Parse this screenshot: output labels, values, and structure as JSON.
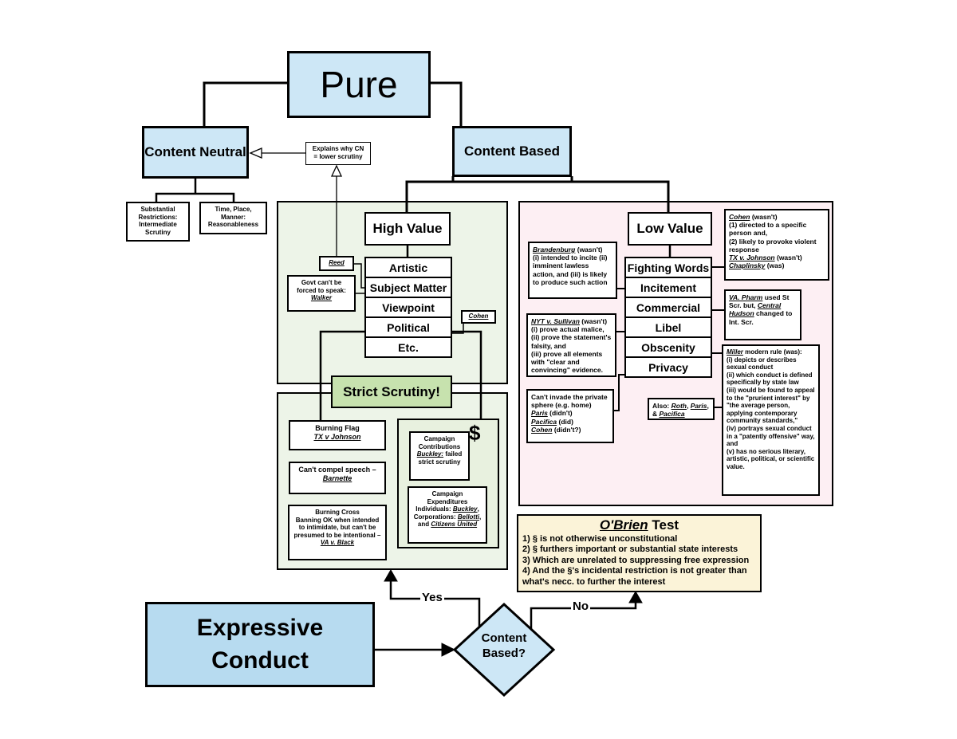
{
  "diagram": {
    "pure": "Pure",
    "content_neutral": "Content Neutral",
    "content_based": "Content Based",
    "expressive_conduct": "Expressive Conduct",
    "decision": "Content Based?",
    "yes": "Yes",
    "no": "No",
    "explains_note": [
      {
        "t": "Explains why CN"
      },
      {
        "br": true
      },
      {
        "t": "= lower scrutiny"
      }
    ]
  },
  "content_neutral_branch": {
    "substantial_restrictions": "Substantial Restrictions: Intermediate Scrutiny",
    "time_place_manner": "Time, Place, Manner: Reasonableness"
  },
  "high_value": {
    "header": "High Value",
    "categories": [
      "Artistic",
      "Subject Matter",
      "Viewpoint",
      "Political",
      "Etc."
    ],
    "reed": [
      {
        "t": "Reed",
        "case": true
      }
    ],
    "walker": [
      {
        "t": "Govt can't be forced to speak:"
      },
      {
        "br": true
      },
      {
        "t": "Walker",
        "case": true
      }
    ],
    "cohen": [
      {
        "t": "Cohen",
        "case": true
      }
    ],
    "strict_scrutiny": "Strict Scrutiny!"
  },
  "political_examples": {
    "burning_flag": [
      {
        "t": "Burning Flag"
      },
      {
        "br": true
      },
      {
        "t": "TX v Johnson",
        "case": true
      }
    ],
    "compelled_speech": [
      {
        "t": "Can't compel speech – "
      },
      {
        "br": true
      },
      {
        "t": "Barnette",
        "case": true
      }
    ],
    "burning_cross": [
      {
        "t": "Burning Cross"
      },
      {
        "br": true
      },
      {
        "t": "Banning OK when intended to intimidate, but can't be presumed to be intentional – "
      },
      {
        "br": true
      },
      {
        "t": "VA v. Black",
        "case": true
      }
    ],
    "dollar": "$",
    "contributions": [
      {
        "t": "Campaign Contributions"
      },
      {
        "br": true
      },
      {
        "t": "Buckley:",
        "case": true
      },
      {
        "t": " failed strict scrutiny"
      }
    ],
    "expenditures": [
      {
        "t": "Campaign Expenditures"
      },
      {
        "br": true
      },
      {
        "t": "Individuals: "
      },
      {
        "t": "Buckley",
        "case": true
      },
      {
        "t": ", Corporations: "
      },
      {
        "t": "Bellotti",
        "case": true
      },
      {
        "t": ", and "
      },
      {
        "t": "Citizens United",
        "case": true
      }
    ]
  },
  "low_value": {
    "header": "Low Value",
    "categories": [
      "Fighting Words",
      "Incitement",
      "Commercial",
      "Libel",
      "Obscenity",
      "Privacy"
    ],
    "fighting_words_note": [
      {
        "t": "Cohen",
        "case": true
      },
      {
        "t": " (wasn't)"
      },
      {
        "br": true
      },
      {
        "t": "(1) directed to a specific person and,"
      },
      {
        "br": true
      },
      {
        "t": "(2) likely to provoke violent response"
      },
      {
        "br": true
      },
      {
        "t": "TX v. Johnson",
        "case": true
      },
      {
        "t": " (wasn't)"
      },
      {
        "br": true
      },
      {
        "t": "Chaplinsky",
        "case": true
      },
      {
        "t": " (was)"
      }
    ],
    "incitement_note": [
      {
        "t": "Brandenburg",
        "case": true
      },
      {
        "t": " (wasn't)"
      },
      {
        "br": true
      },
      {
        "t": "(i) intended to incite (ii) imminent lawless action, and (iii) is likely to produce such action"
      }
    ],
    "commercial_note": [
      {
        "t": "VA. Pharm",
        "case": true
      },
      {
        "t": " used St Scr. but, "
      },
      {
        "t": "Central Hudson",
        "case": true
      },
      {
        "t": " changed to Int. Scr."
      }
    ],
    "libel_note": [
      {
        "t": "NYT v. Sullivan",
        "case": true
      },
      {
        "t": " (wasn't)"
      },
      {
        "br": true
      },
      {
        "t": "(i) prove actual malice,"
      },
      {
        "br": true
      },
      {
        "t": "(ii) prove the statement's falsity, and"
      },
      {
        "br": true
      },
      {
        "t": "(iii) prove all elements with \"clear and convincing\" evidence."
      }
    ],
    "obscenity_note": [
      {
        "t": "Miller",
        "case": true
      },
      {
        "t": " modern rule (was):"
      },
      {
        "br": true
      },
      {
        "t": "(i) depicts or describes sexual conduct"
      },
      {
        "br": true
      },
      {
        "t": "(ii) which conduct is defined specifically by state law"
      },
      {
        "br": true
      },
      {
        "t": "(iii) would be found to appeal to the \"prurient interest\" by \"the average person, applying contemporary community standards,\""
      },
      {
        "br": true
      },
      {
        "t": "(iv) portrays sexual conduct in a \"patently offensive\" way, and"
      },
      {
        "br": true
      },
      {
        "t": "(v) has no serious literary, artistic, political, or scientific value."
      }
    ],
    "obscenity_also": [
      {
        "t": "Also: "
      },
      {
        "t": "Roth",
        "case": true
      },
      {
        "t": ", "
      },
      {
        "t": "Paris",
        "case": true
      },
      {
        "t": ", & "
      },
      {
        "t": "Pacifica",
        "case": true
      }
    ],
    "privacy_note": [
      {
        "t": "Can't invade the private sphere (e.g. home)"
      },
      {
        "br": true
      },
      {
        "t": "Paris",
        "case": true
      },
      {
        "t": " (didn't)"
      },
      {
        "br": true
      },
      {
        "t": "Pacifica",
        "case": true
      },
      {
        "t": " (did)"
      },
      {
        "br": true
      },
      {
        "t": "Cohen",
        "case": true
      },
      {
        "t": " (didn't?)"
      }
    ]
  },
  "obrien": {
    "title_case": "O'Brien",
    "title_rest": " Test",
    "items": [
      "1) § is not otherwise unconstitutional",
      "2) § furthers important or substantial state interests",
      "3) Which are unrelated to suppressing free expression",
      "4) And the §'s incidental restriction is not greater than what's necc. to further the interest"
    ]
  },
  "colors": {
    "blue_box": "#cde7f6",
    "blue_deep": "#b7dbf0",
    "green_panel": "#edf4e8",
    "green_accent": "#c7e2ae",
    "pink_panel": "#fdeff3",
    "cream": "#fbf3d8"
  }
}
